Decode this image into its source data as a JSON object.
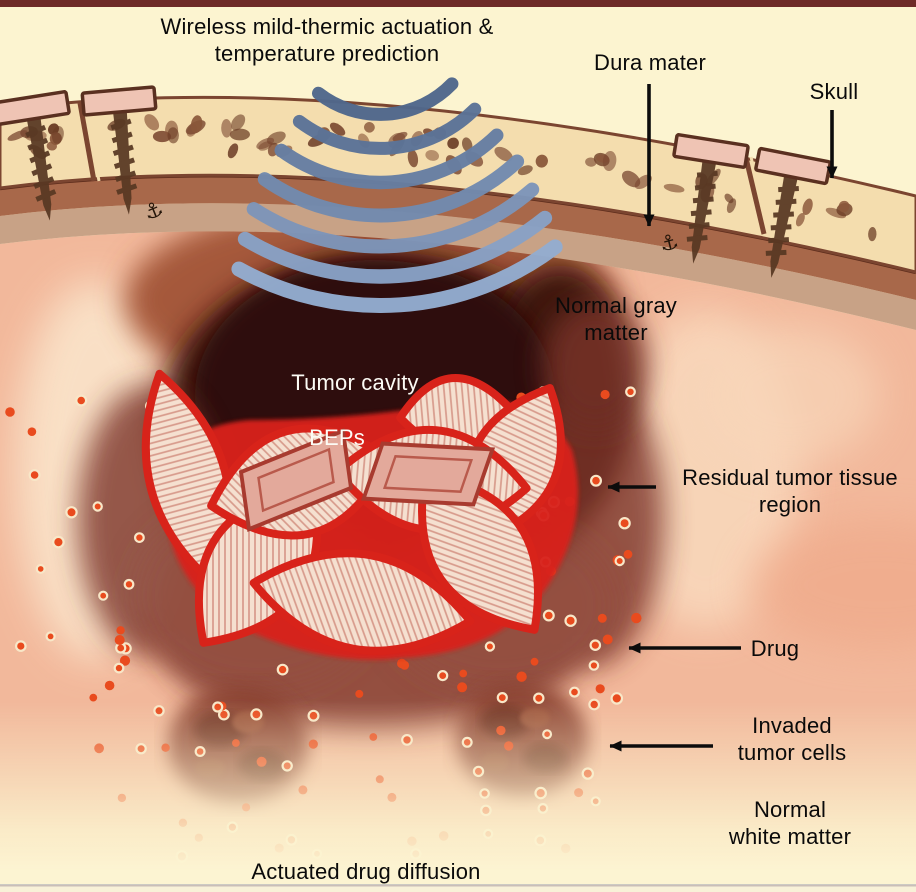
{
  "figure": {
    "description": "Cross-section illustration of brain after tumor resection with implanted BEPs, wireless ultrasound actuation and drug diffusion"
  },
  "labels": {
    "title": {
      "lines": [
        "Wireless mild-thermic actuation &",
        "temperature prediction"
      ]
    },
    "dura_mater": {
      "text": "Dura mater"
    },
    "skull": {
      "text": "Skull"
    },
    "normal_gray_matter": {
      "lines": [
        "Normal gray",
        "matter"
      ]
    },
    "tumor_cavity": {
      "text": "Tumor cavity"
    },
    "beps": {
      "text": "BEPs"
    },
    "residual_tumor": {
      "lines": [
        "Residual tumor tissue",
        "region"
      ]
    },
    "drug": {
      "text": "Drug"
    },
    "invaded_tumor_cells": {
      "lines": [
        "Invaded",
        "tumor cells"
      ]
    },
    "normal_white_matter": {
      "lines": [
        "Normal",
        "white matter"
      ]
    },
    "actuated_drug_diffusion": {
      "text": "Actuated drug diffusion"
    }
  },
  "colors": {
    "background": "#FCF4D0",
    "top_edge_strip": "#6E2B27",
    "skull_bone": "#F4DDAE",
    "bone_outline": "#7B4530",
    "spongy_spot": "#8A573A",
    "dura": "#A8684A",
    "dura_line": "#5E2D1C",
    "arachnoid": "#C8A286",
    "gray_matter_pink": "#F2B89B",
    "cortex_brown": "#A5583A",
    "tumor_cavity_dark": "#3C150F",
    "residual_tumor": "#7C362A",
    "invaded_cluster": "#8A4330",
    "bep_membrane": "#F5E0D0",
    "bep_outline": "#D8231A",
    "bep_chip": "#E3A99B",
    "drug_dot": "#E94B1E",
    "drug_dot_ring": "#F8E7C8",
    "wave_dark": "#50678B",
    "wave_light": "#93ACD0",
    "fixation_plate": "#EFC4B4",
    "screw": "#583823",
    "label_text": "#0A0A0A",
    "label_text_light": "#FCFBF5",
    "arrow": "#0C0C0C"
  }
}
